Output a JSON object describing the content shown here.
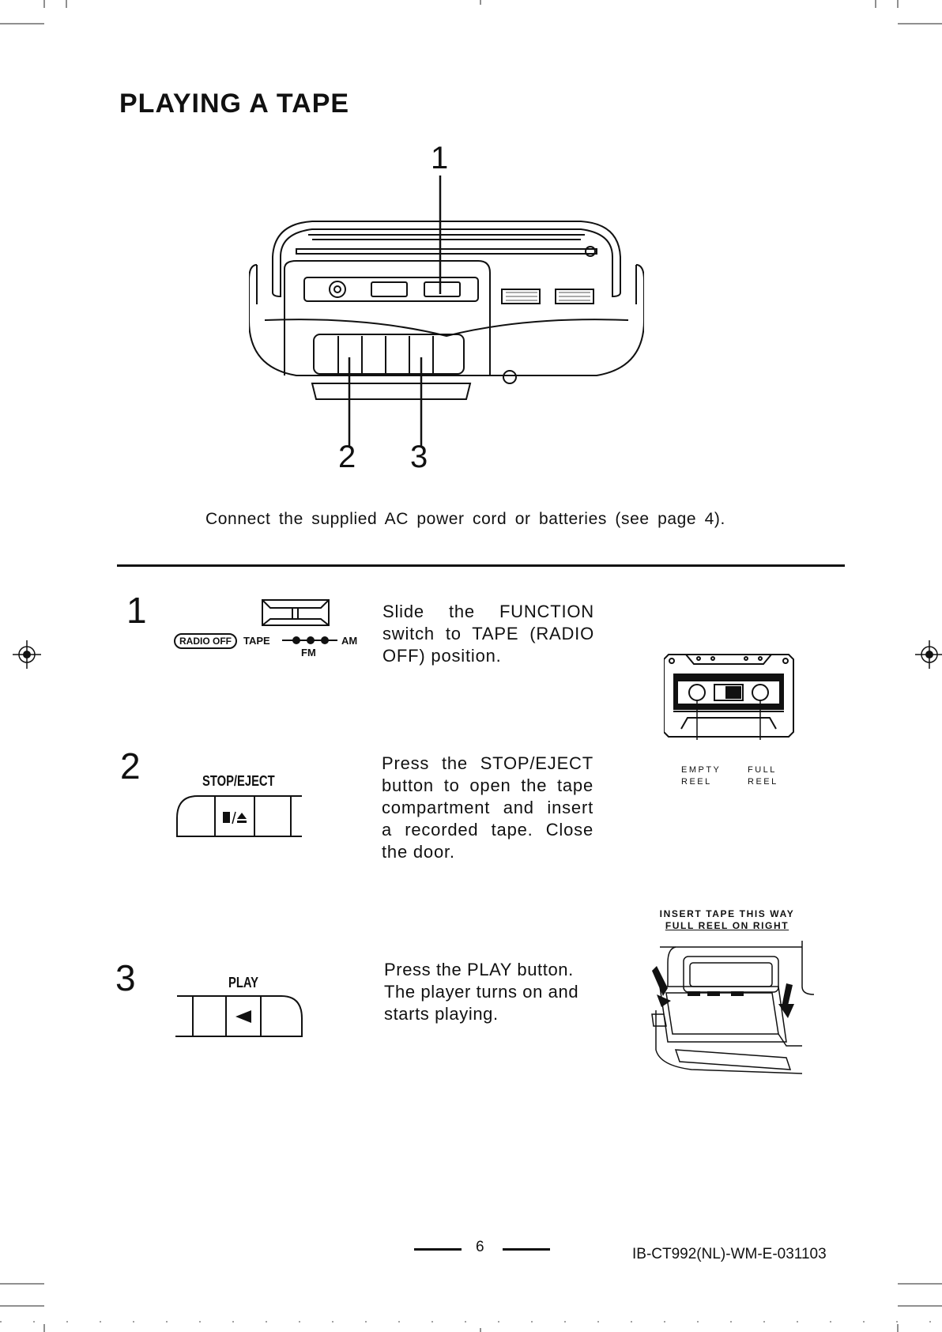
{
  "page": {
    "title": "PLAYING A TAPE",
    "callouts": [
      "1",
      "2",
      "3"
    ],
    "intro": "Connect the supplied AC power cord or batteries (see page 4).",
    "steps": [
      {
        "number": "1",
        "text": "Slide the FUNCTION switch to TAPE (RADIO OFF) position."
      },
      {
        "number": "2",
        "text": "Press the STOP/EJECT button to open the tape compartment and insert a recorded tape. Close the door."
      },
      {
        "number": "3",
        "text": "Press the PLAY button. The player turns on and starts playing."
      }
    ],
    "switch_labels": {
      "radio_off": "RADIO OFF",
      "tape": "TAPE",
      "am": "AM",
      "fm": "FM"
    },
    "stop_eject_label": "STOP/EJECT",
    "play_label": "PLAY",
    "reels": {
      "empty": "EMPTY REEL",
      "full": "FULL REEL"
    },
    "insert_note": {
      "line1": "INSERT TAPE THIS WAY",
      "line2": "FULL REEL ON RIGHT"
    },
    "page_number": "6",
    "doc_code": "IB-CT992(NL)-WM-E-031103"
  }
}
